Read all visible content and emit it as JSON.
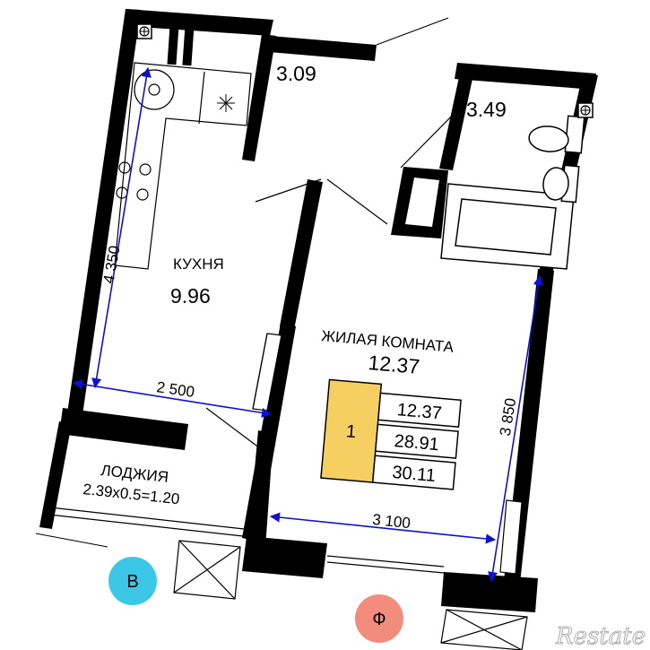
{
  "rooms": {
    "bathroom_area": "3.09",
    "toilet_area": "3.49",
    "kitchen_name": "КУХНЯ",
    "kitchen_area": "9.96",
    "living_name": "ЖИЛАЯ КОМНАТА",
    "living_area": "12.37",
    "loggia_name": "ЛОДЖИЯ",
    "loggia_formula": "2.39x0.5=1.20"
  },
  "dimensions": {
    "kitchen_depth": "4 350",
    "kitchen_width": "2 500",
    "living_depth": "3 850",
    "living_width": "3 100"
  },
  "summary_badge": {
    "rooms_count": "1",
    "living_area": "12.37",
    "total_area": "28.91",
    "total_with_loggia": "30.11"
  },
  "orientation": {
    "left_marker": "В",
    "right_marker": "Ф"
  },
  "watermark": "Restate",
  "colors": {
    "wall": "#000000",
    "dimension_line": "#1010d0",
    "badge_fill": "#f5cf62",
    "marker_left": "#3cc7e6",
    "marker_right": "#f28c7c"
  }
}
